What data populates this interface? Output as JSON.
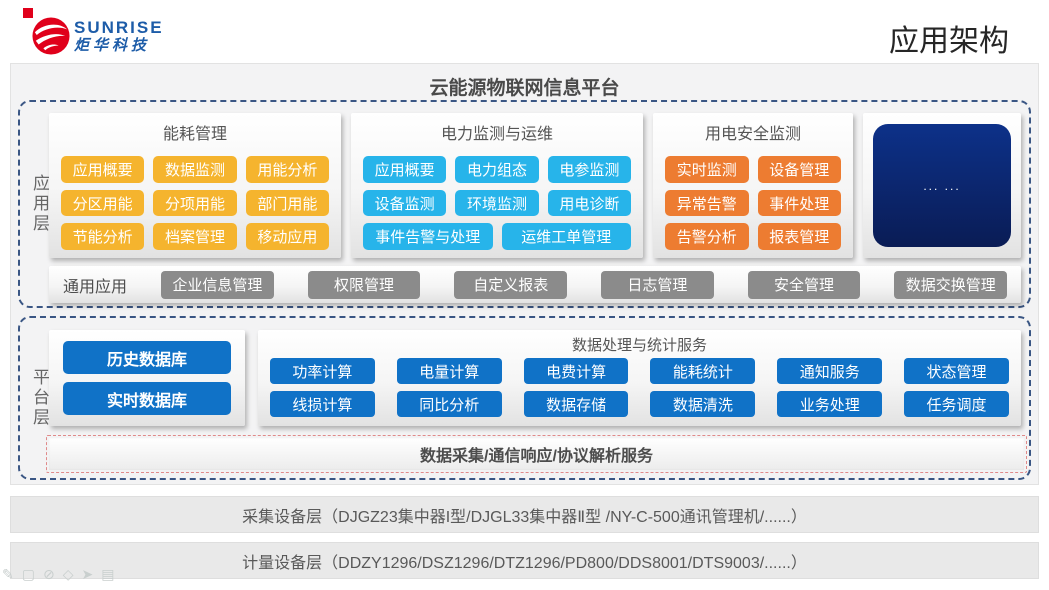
{
  "header": {
    "logo": {
      "brand": "SUNRISE",
      "sub_brand": "炬华科技"
    },
    "page_title": "应用架构"
  },
  "platform": {
    "title": "云能源物联网信息平台",
    "app_layer": {
      "label": "应用层",
      "groups": [
        {
          "title": "能耗管理",
          "rows": [
            [
              "应用概要",
              "数据监测",
              "用能分析"
            ],
            [
              "分区用能",
              "分项用能",
              "部门用能"
            ],
            [
              "节能分析",
              "档案管理",
              "移动应用"
            ]
          ]
        },
        {
          "title": "电力监测与运维",
          "rows": [
            [
              "应用概要",
              "电力组态",
              "电参监测"
            ],
            [
              "设备监测",
              "环境监测",
              "用电诊断"
            ],
            [
              "事件告警与处理",
              "运维工单管理"
            ]
          ]
        },
        {
          "title": "用电安全监测",
          "rows": [
            [
              "实时监测",
              "设备管理"
            ],
            [
              "异常告警",
              "事件处理"
            ],
            [
              "告警分析",
              "报表管理"
            ]
          ]
        }
      ],
      "more_box": {
        "label": "... ..."
      },
      "common_apps": {
        "label": "通用应用",
        "items": [
          "企业信息管理",
          "权限管理",
          "自定义报表",
          "日志管理",
          "安全管理",
          "数据交换管理"
        ]
      }
    },
    "platform_layer": {
      "label": "平台层",
      "databases": [
        "历史数据库",
        "实时数据库"
      ],
      "services": {
        "title": "数据处理与统计服务",
        "rows": [
          [
            "功率计算",
            "电量计算",
            "电费计算",
            "能耗统计",
            "通知服务",
            "状态管理"
          ],
          [
            "线损计算",
            "同比分析",
            "数据存储",
            "数据清洗",
            "业务处理",
            "任务调度"
          ]
        ]
      },
      "collect_bar": "数据采集/通信响应/协议解析服务"
    }
  },
  "device_layers": [
    {
      "text": "采集设备层（DJGZ23集中器I型/DJGL33集中器Ⅱ型 /NY-C-500通讯管理机/......）"
    },
    {
      "text": "计量设备层（DDZY1296/DSZ1296/DTZ1296/PD800/DDS8001/DTS9003/......）"
    }
  ],
  "footer_tools": [
    {
      "name": "pencil",
      "glyph": "✎"
    },
    {
      "name": "note",
      "glyph": "▢"
    },
    {
      "name": "ellipse",
      "glyph": "⊘"
    },
    {
      "name": "diamond",
      "glyph": "◇"
    },
    {
      "name": "cursor",
      "glyph": "➤"
    },
    {
      "name": "snapshot",
      "glyph": "▤"
    }
  ],
  "colors": {
    "yellow": "#F5B42E",
    "cyan": "#27B4EA",
    "orange": "#ED7C31",
    "blue": "#1072C7",
    "navy_top": "#0D3189",
    "navy_bottom": "#0A1C55",
    "gray_button": "#8B8B8B",
    "brand_red": "#E0001B",
    "brand_blue": "#1D5CA8",
    "layer_dash": "#3A5684",
    "red_dash": "#E08A8A"
  }
}
